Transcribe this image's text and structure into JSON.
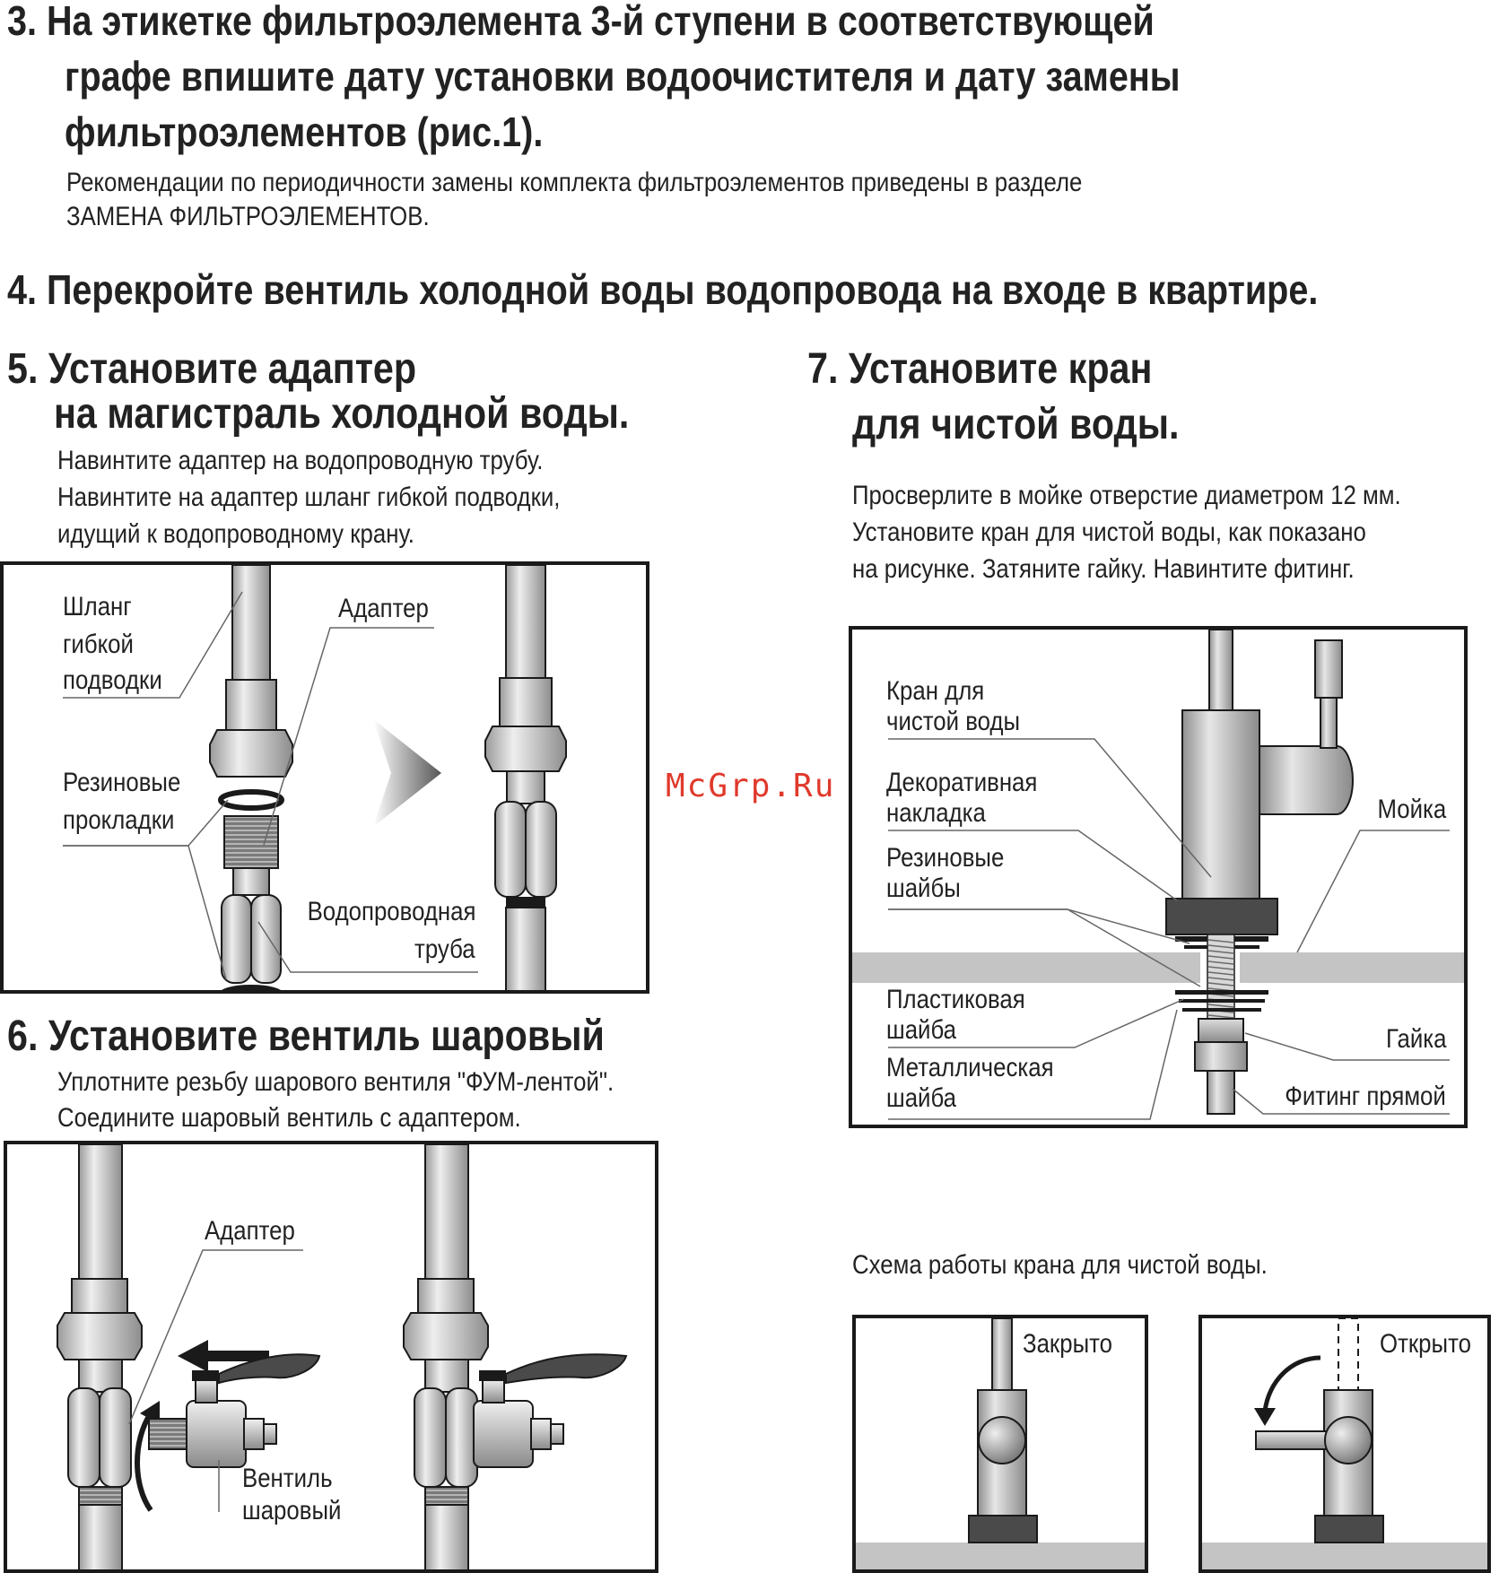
{
  "step3": {
    "title_lines": [
      "3. На этикетке фильтроэлемента 3-й ступени в соответствующей",
      "графе впишите дату установки водоочистителя и дату замены",
      "фильтроэлементов (рис.1)."
    ],
    "note_lines": [
      "Рекомендации по периодичности замены комплекта фильтроэлементов приведены в разделе",
      "ЗАМЕНА ФИЛЬТРОЭЛЕМЕНТОВ."
    ]
  },
  "step4": {
    "title": "4. Перекройте вентиль холодной воды водопровода на входе в квартире."
  },
  "step5": {
    "title_lines": [
      "5. Установите адаптер",
      "на магистраль холодной воды."
    ],
    "text_lines": [
      "Навинтите адаптер на водопроводную трубу.",
      "Навинтите на адаптер шланг гибкой подводки,",
      "идущий к водопроводному крану."
    ],
    "labels": {
      "hose": [
        "Шланг",
        "гибкой",
        "подводки"
      ],
      "adapter": "Адаптер",
      "gaskets": [
        "Резиновые",
        "прокладки"
      ],
      "pipe": [
        "Водопроводная",
        "труба"
      ]
    }
  },
  "step6": {
    "title": "6. Установите вентиль шаровый",
    "text_lines": [
      "Уплотните резьбу шарового вентиля \"ФУМ-лентой\".",
      "Соедините шаровый вентиль с адаптером."
    ],
    "labels": {
      "adapter": "Адаптер",
      "valve": [
        "Вентиль",
        "шаровый"
      ]
    }
  },
  "step7": {
    "title_lines": [
      "7. Установите кран",
      "для чистой воды."
    ],
    "text_lines": [
      "Просверлите в мойке отверстие диаметром 12 мм.",
      "Установите кран для чистой воды, как показано",
      "на рисунке. Затяните гайку. Навинтите фитинг."
    ],
    "labels": {
      "faucet": [
        "Кран для",
        "чистой воды"
      ],
      "trim": [
        "Декоративная",
        "накладка"
      ],
      "washers": [
        "Резиновые",
        "шайбы"
      ],
      "sink": "Мойка",
      "plastic": [
        "Пластиковая",
        "шайба"
      ],
      "metal": [
        "Металлическая",
        "шайба"
      ],
      "nut": "Гайка",
      "fitting": "Фитинг прямой"
    }
  },
  "scheme": {
    "caption": "Схема работы крана для чистой воды.",
    "closed": "Закрыто",
    "open": "Открыто"
  },
  "watermark": "McGrp.Ru",
  "colors": {
    "metal": "#c8c8c8",
    "metal_dark": "#8a8a8a",
    "countertop": "#c4c4c4",
    "outline": "#1a1a1a",
    "watermark": "#e0392b"
  }
}
